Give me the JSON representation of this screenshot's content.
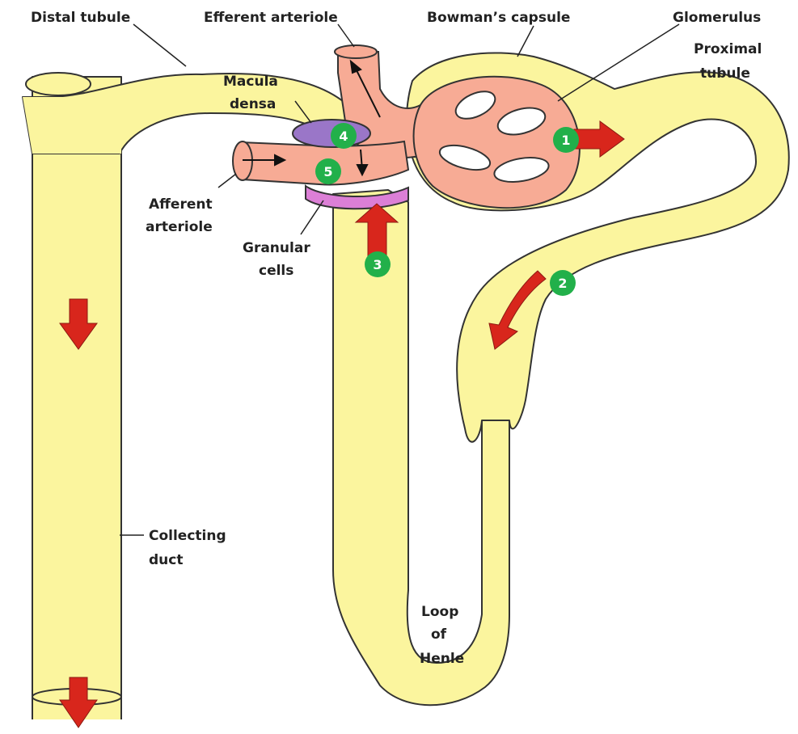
{
  "labels": {
    "distal_tubule": "Distal tubule",
    "efferent_arteriole": "Efferent arteriole",
    "bowmans_capsule": "Bowman’s capsule",
    "glomerulus": "Glomerulus",
    "proximal_tubule_line1": "Proximal",
    "proximal_tubule_line2": "tubule",
    "macula_densa_line1": "Macula",
    "macula_densa_line2": "densa",
    "afferent_arteriole_line1": "Afferent",
    "afferent_arteriole_line2": "arteriole",
    "granular_cells_line1": "Granular",
    "granular_cells_line2": "cells",
    "collecting_duct_line1": "Collecting",
    "collecting_duct_line2": "duct",
    "loop_of_henle_line1": "Loop",
    "loop_of_henle_line2": "of",
    "loop_of_henle_line3": "Henle"
  },
  "markers": [
    "1",
    "2",
    "3",
    "4",
    "5"
  ],
  "colors": {
    "tubule": "#fbf59e",
    "vessel": "#f7ab95",
    "macula_densa": "#9a76c8",
    "granular_cells": "#dc7fd6",
    "flow_arrow": "#d8261c",
    "marker": "#22b04a",
    "outline": "#333333"
  }
}
